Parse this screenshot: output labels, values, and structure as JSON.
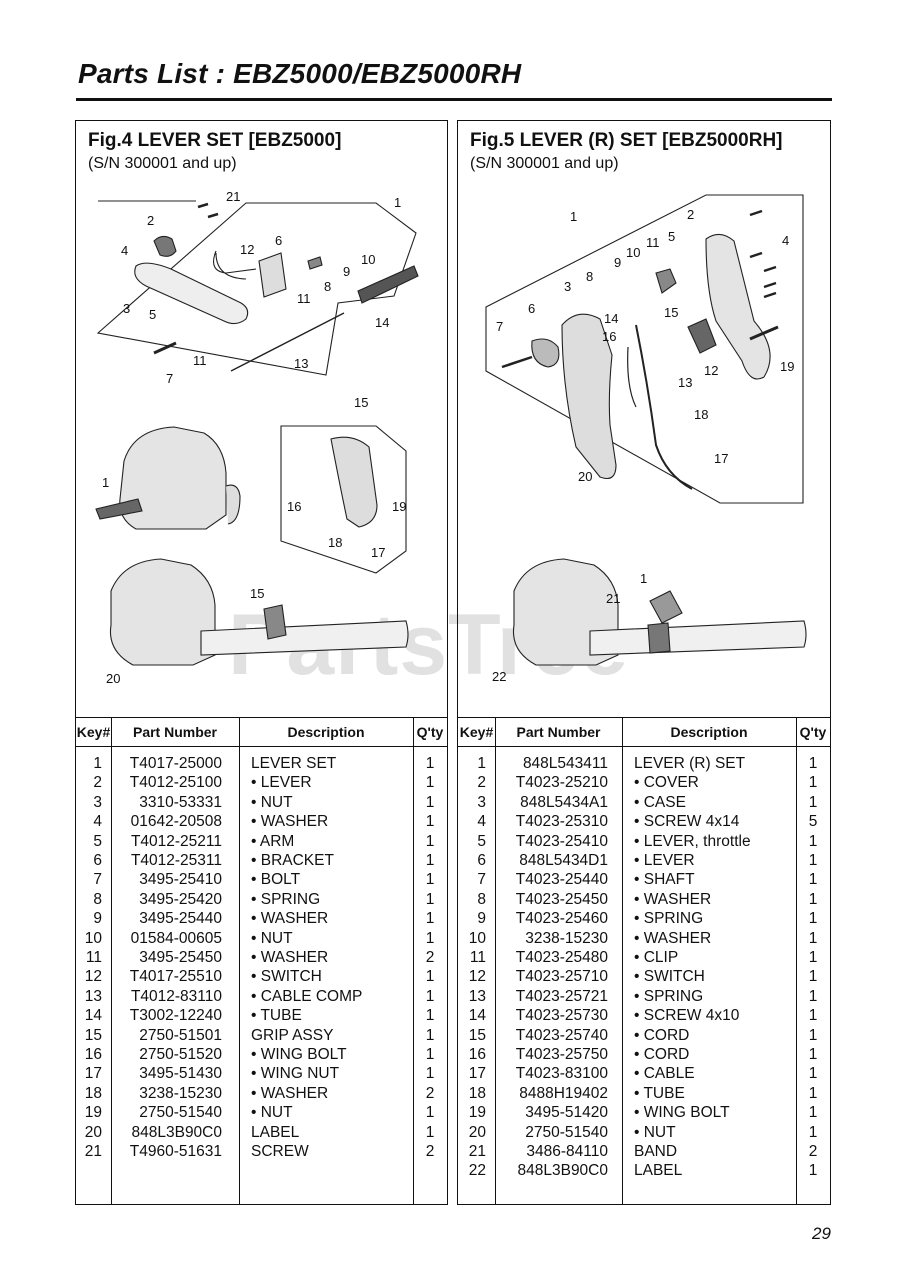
{
  "page_title": "Parts List : EBZ5000/EBZ5000RH",
  "page_number": "29",
  "watermark": "PartsTree",
  "columns": {
    "key": "Key#",
    "part": "Part Number",
    "desc": "Description",
    "qty": "Q'ty"
  },
  "fig4": {
    "title": "Fig.4 LEVER SET [EBZ5000]",
    "subtitle": "(S/N 300001 and up)",
    "callouts": [
      "1",
      "2",
      "3",
      "4",
      "5",
      "6",
      "7",
      "8",
      "9",
      "10",
      "11",
      "11",
      "12",
      "13",
      "14",
      "21",
      "15",
      "1",
      "16",
      "18",
      "17",
      "19",
      "15",
      "20"
    ],
    "rows": [
      {
        "key": "1",
        "part": "T4017-25000",
        "desc": "LEVER SET",
        "qty": "1"
      },
      {
        "key": "2",
        "part": "T4012-25100",
        "desc": "• LEVER",
        "qty": "1"
      },
      {
        "key": "3",
        "part": "3310-53331",
        "desc": "• NUT",
        "qty": "1"
      },
      {
        "key": "4",
        "part": "01642-20508",
        "desc": "• WASHER",
        "qty": "1"
      },
      {
        "key": "5",
        "part": "T4012-25211",
        "desc": "• ARM",
        "qty": "1"
      },
      {
        "key": "6",
        "part": "T4012-25311",
        "desc": "• BRACKET",
        "qty": "1"
      },
      {
        "key": "7",
        "part": "3495-25410",
        "desc": "• BOLT",
        "qty": "1"
      },
      {
        "key": "8",
        "part": "3495-25420",
        "desc": "• SPRING",
        "qty": "1"
      },
      {
        "key": "9",
        "part": "3495-25440",
        "desc": "• WASHER",
        "qty": "1"
      },
      {
        "key": "10",
        "part": "01584-00605",
        "desc": "• NUT",
        "qty": "1"
      },
      {
        "key": "11",
        "part": "3495-25450",
        "desc": "• WASHER",
        "qty": "2"
      },
      {
        "key": "12",
        "part": "T4017-25510",
        "desc": "• SWITCH",
        "qty": "1"
      },
      {
        "key": "13",
        "part": "T4012-83110",
        "desc": "• CABLE COMP",
        "qty": "1"
      },
      {
        "key": "14",
        "part": "T3002-12240",
        "desc": "• TUBE",
        "qty": "1"
      },
      {
        "key": "15",
        "part": "2750-51501",
        "desc": "GRIP ASSY",
        "qty": "1"
      },
      {
        "key": "16",
        "part": "2750-51520",
        "desc": "• WING BOLT",
        "qty": "1"
      },
      {
        "key": "17",
        "part": "3495-51430",
        "desc": "• WING NUT",
        "qty": "1"
      },
      {
        "key": "18",
        "part": "3238-15230",
        "desc": "• WASHER",
        "qty": "2"
      },
      {
        "key": "19",
        "part": "2750-51540",
        "desc": "• NUT",
        "qty": "1"
      },
      {
        "key": "20",
        "part": "848L3B90C0",
        "desc": "LABEL",
        "qty": "1"
      },
      {
        "key": "21",
        "part": "T4960-51631",
        "desc": "SCREW",
        "qty": "2"
      }
    ]
  },
  "fig5": {
    "title": "Fig.5 LEVER (R) SET [EBZ5000RH]",
    "subtitle": "(S/N 300001 and up)",
    "callouts": [
      "1",
      "2",
      "4",
      "3",
      "8",
      "9",
      "10",
      "11",
      "5",
      "6",
      "7",
      "14",
      "16",
      "15",
      "13",
      "12",
      "19",
      "18",
      "17",
      "20",
      "1",
      "21",
      "22"
    ],
    "rows": [
      {
        "key": "1",
        "part": "848L543411",
        "desc": "LEVER (R) SET",
        "qty": "1"
      },
      {
        "key": "2",
        "part": "T4023-25210",
        "desc": "• COVER",
        "qty": "1"
      },
      {
        "key": "3",
        "part": "848L5434A1",
        "desc": "• CASE",
        "qty": "1"
      },
      {
        "key": "4",
        "part": "T4023-25310",
        "desc": "• SCREW 4x14",
        "qty": "5"
      },
      {
        "key": "5",
        "part": "T4023-25410",
        "desc": "• LEVER, throttle",
        "qty": "1"
      },
      {
        "key": "6",
        "part": "848L5434D1",
        "desc": "• LEVER",
        "qty": "1"
      },
      {
        "key": "7",
        "part": "T4023-25440",
        "desc": "• SHAFT",
        "qty": "1"
      },
      {
        "key": "8",
        "part": "T4023-25450",
        "desc": "• WASHER",
        "qty": "1"
      },
      {
        "key": "9",
        "part": "T4023-25460",
        "desc": "• SPRING",
        "qty": "1"
      },
      {
        "key": "10",
        "part": "3238-15230",
        "desc": "• WASHER",
        "qty": "1"
      },
      {
        "key": "11",
        "part": "T4023-25480",
        "desc": "• CLIP",
        "qty": "1"
      },
      {
        "key": "12",
        "part": "T4023-25710",
        "desc": "• SWITCH",
        "qty": "1"
      },
      {
        "key": "13",
        "part": "T4023-25721",
        "desc": "• SPRING",
        "qty": "1"
      },
      {
        "key": "14",
        "part": "T4023-25730",
        "desc": "• SCREW 4x10",
        "qty": "1"
      },
      {
        "key": "15",
        "part": "T4023-25740",
        "desc": "• CORD",
        "qty": "1"
      },
      {
        "key": "16",
        "part": "T4023-25750",
        "desc": "• CORD",
        "qty": "1"
      },
      {
        "key": "17",
        "part": "T4023-83100",
        "desc": "• CABLE",
        "qty": "1"
      },
      {
        "key": "18",
        "part": "8488H19402",
        "desc": "• TUBE",
        "qty": "1"
      },
      {
        "key": "19",
        "part": "3495-51420",
        "desc": "• WING BOLT",
        "qty": "1"
      },
      {
        "key": "20",
        "part": "2750-51540",
        "desc": "• NUT",
        "qty": "1"
      },
      {
        "key": "21",
        "part": "3486-84110",
        "desc": "BAND",
        "qty": "2"
      },
      {
        "key": "22",
        "part": "848L3B90C0",
        "desc": "LABEL",
        "qty": "1"
      }
    ]
  }
}
